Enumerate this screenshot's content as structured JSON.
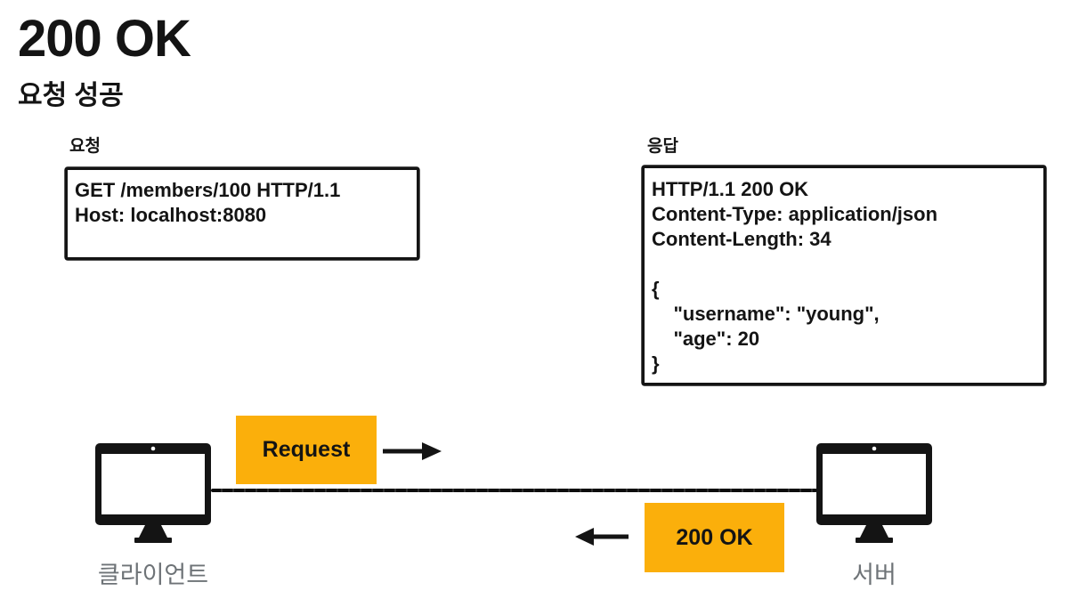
{
  "page": {
    "title": "200 OK",
    "subtitle": "요청 성공"
  },
  "request_panel": {
    "label": "요청",
    "lines": [
      "GET /members/100 HTTP/1.1",
      "Host: localhost:8080"
    ]
  },
  "response_panel": {
    "label": "응답",
    "lines": [
      "HTTP/1.1 200 OK",
      "Content-Type: application/json",
      "Content-Length: 34",
      "",
      "{",
      "    \"username\": \"young\",",
      "    \"age\": 20",
      "}"
    ]
  },
  "flow": {
    "request_badge": "Request",
    "response_badge": "200 OK",
    "client_label": "클라이언트",
    "server_label": "서버"
  },
  "colors": {
    "badge_orange": "#FBAF0B",
    "ink": "#141414",
    "muted_label": "#6E7377"
  }
}
